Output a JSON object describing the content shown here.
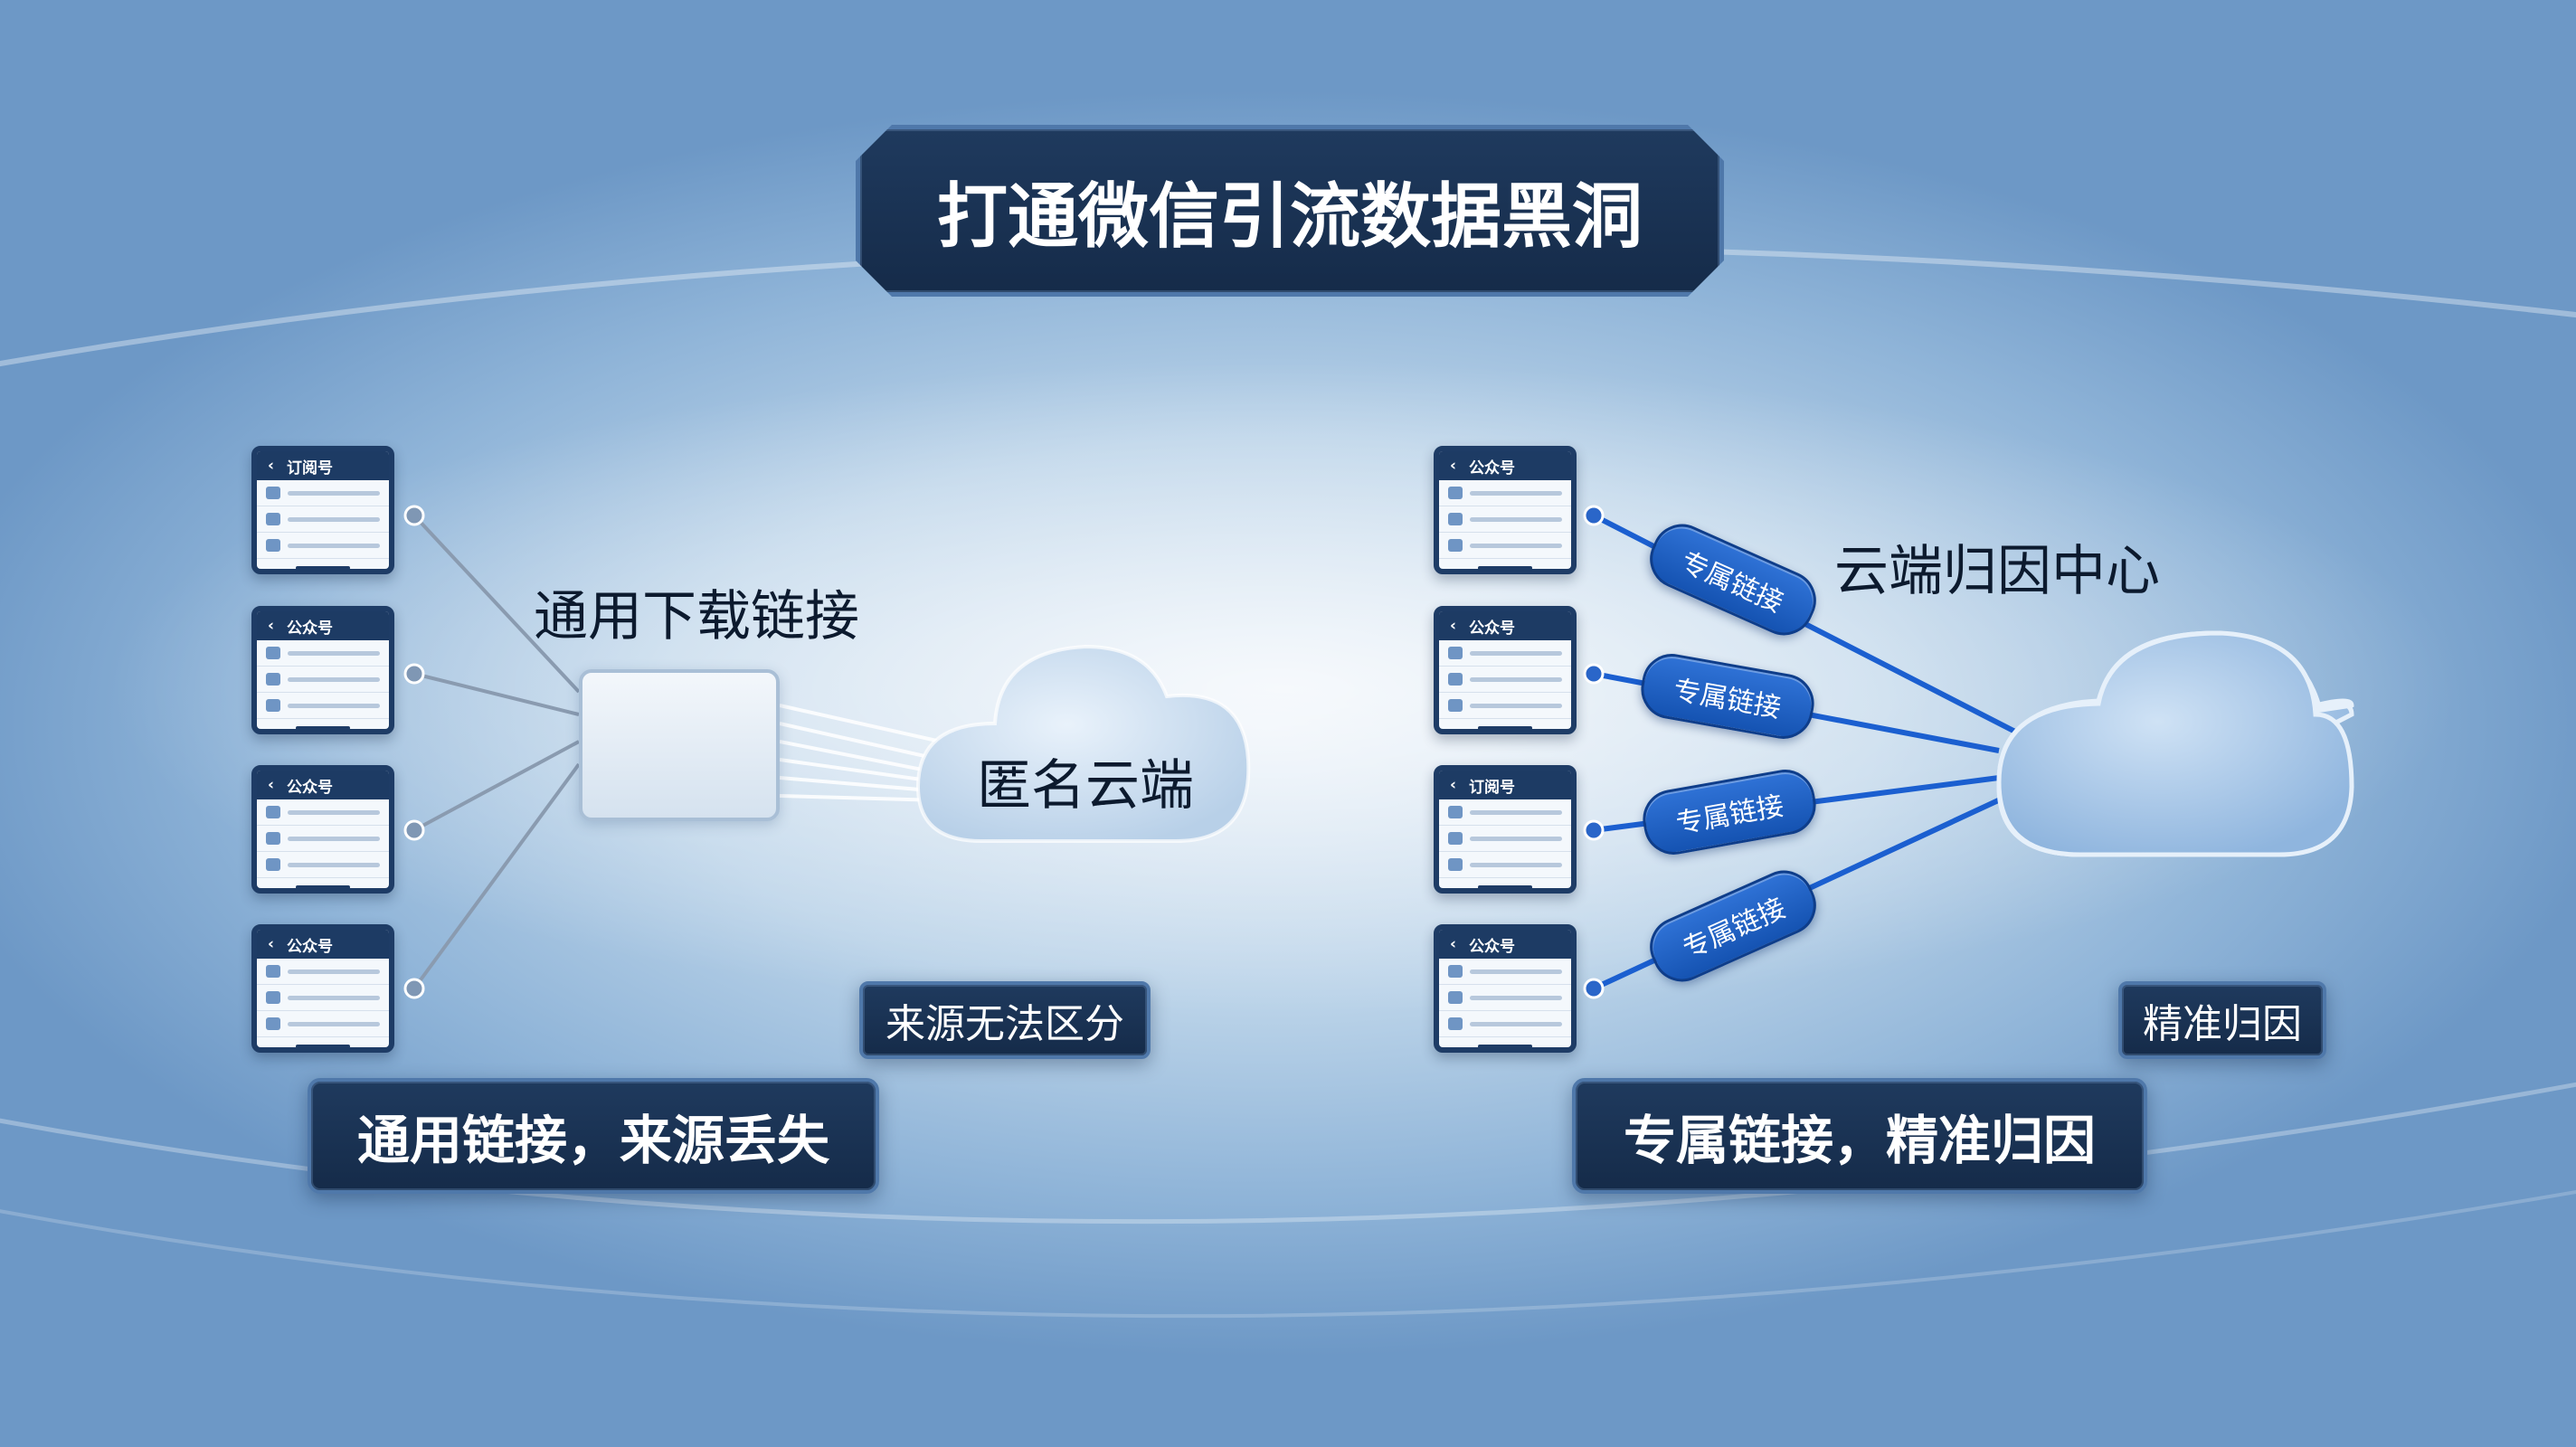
{
  "title": "打通微信引流数据黑洞",
  "left": {
    "phones": [
      {
        "header": "订阅号"
      },
      {
        "header": "公众号"
      },
      {
        "header": "公众号"
      },
      {
        "header": "公众号"
      }
    ],
    "link_label": "通用下载链接",
    "cloud_label": "匿名云端",
    "tag": "来源无法区分",
    "caption": "通用链接，来源丢失"
  },
  "right": {
    "phones": [
      {
        "header": "公众号"
      },
      {
        "header": "公众号"
      },
      {
        "header": "订阅号"
      },
      {
        "header": "公众号"
      }
    ],
    "pills": [
      "专属链接",
      "专属链接",
      "专属链接",
      "专属链接"
    ],
    "center_label": "云端归因中心",
    "tag": "精准归因",
    "caption": "专属链接，精准归因"
  },
  "colors": {
    "label_bg": "#1f3a5e",
    "label_border": "#4f78aa",
    "pill_blue": "#1f64cc",
    "line_gray": "#8a9bb0",
    "line_blue": "#1b5fd0"
  }
}
